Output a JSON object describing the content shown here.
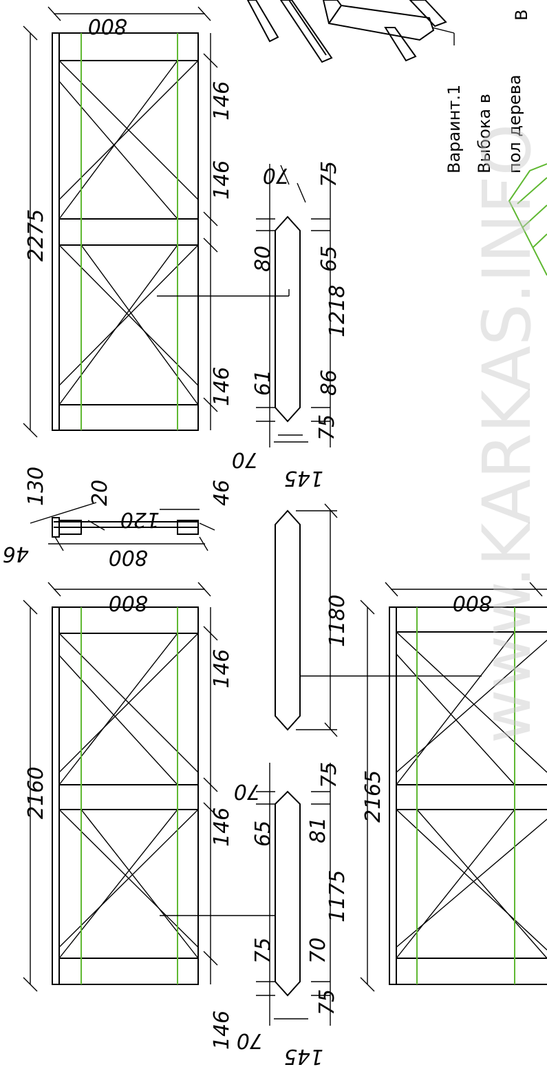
{
  "colors": {
    "line": "#000000",
    "accent": "#5fb832",
    "watermark": "#c8c8c8"
  },
  "watermark": "www.KARKAS.INFO",
  "note": {
    "line1": "Вараинт.1",
    "line2": "Выбока в",
    "line3": "пол дерева",
    "edge": "В"
  },
  "dims": {
    "d800_top": "800",
    "d2275": "2275",
    "d146_a": "146",
    "d146_b": "146",
    "d146_c": "146",
    "d70_a": "70",
    "d75_a": "75",
    "d80": "80",
    "d65_a": "65",
    "d1218": "1218",
    "d61": "61",
    "d86": "86",
    "d70_b": "70",
    "d75_b": "75",
    "d145_a": "145",
    "d130": "130",
    "d20": "20",
    "d120": "120",
    "d46_a": "46",
    "d46_b": "46",
    "d800_mid": "800",
    "d800_low": "800",
    "d2160": "2160",
    "d146_d": "146",
    "d146_e": "146",
    "d1180": "1180",
    "d70_c": "70",
    "d75_c": "75",
    "d65_b": "65",
    "d81": "81",
    "d1175": "1175",
    "d2165": "2165",
    "d800_right": "800",
    "d75_d": "75",
    "d70_d": "70",
    "d146_f": "146",
    "d70_e": "70",
    "d75_e": "75",
    "d145_b": "145"
  }
}
